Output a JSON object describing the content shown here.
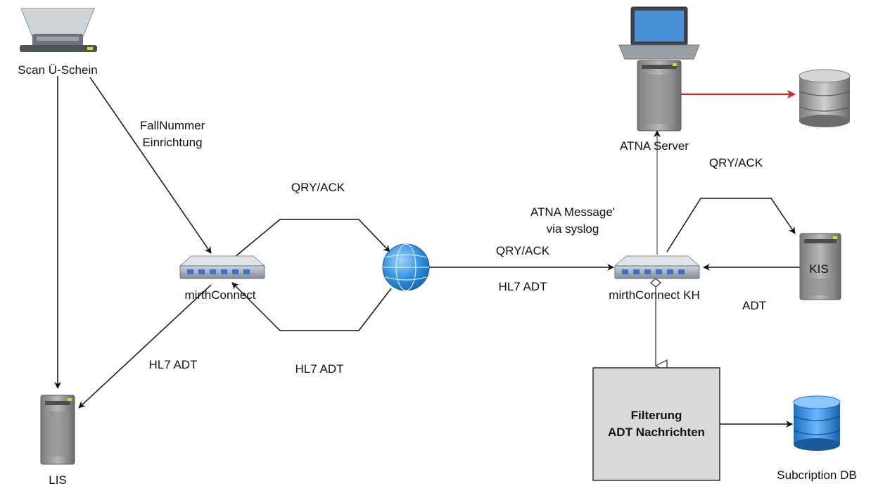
{
  "nodes": {
    "scanner": {
      "label": "Scan Ü-Schein",
      "icon": "scanner-icon"
    },
    "lis": {
      "label": "LIS",
      "icon": "server-icon"
    },
    "mirth_left": {
      "label": "mirthConnect",
      "icon": "network-switch-icon"
    },
    "globe": {
      "icon": "globe-icon"
    },
    "mirth_kh": {
      "label": "mirthConnect KH",
      "icon": "network-switch-icon"
    },
    "kis": {
      "label": "KIS",
      "icon": "server-icon"
    },
    "atna": {
      "label": "ATNA Server",
      "icon": "laptop-server-icon"
    },
    "database_gray": {
      "icon": "database-icon"
    },
    "filter": {
      "line1": "Filterung",
      "line2": "ADT Nachrichten"
    },
    "subscription_db": {
      "label": "Subcription DB",
      "icon": "database-icon"
    }
  },
  "edge_labels": {
    "fallnummer_line1": "FallNummer",
    "fallnummer_line2": "Einrichtung",
    "qry_ack_top": "QRY/ACK",
    "hl7_adt_bottom": "HL7 ADT",
    "hl7_adt_left": "HL7 ADT",
    "qry_ack_middle": "QRY/ACK",
    "hl7_adt_middle": "HL7 ADT",
    "atna_message_line1": "ATNA Message'",
    "atna_message_line2": "via syslog",
    "qry_ack_right": "QRY/ACK",
    "adt_right": "ADT"
  },
  "colors": {
    "edge": "#111111",
    "edge_gray": "#777777",
    "red_edge": "#e02020",
    "filter_box": "#d9d9d9",
    "db_blue": "#3a8fdc",
    "globe_blue": "#2f8ee0"
  }
}
